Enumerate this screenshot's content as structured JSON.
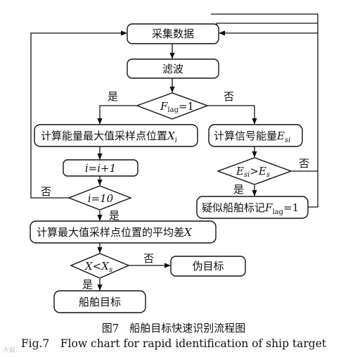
{
  "flowchart": {
    "nodes": {
      "collect": "采集数据",
      "filter": "滤波",
      "d1_pre": "F",
      "d1_sub": "lag",
      "d1_post": "=1",
      "calc_energy_max": "计算能量最大值采样点位置",
      "calc_energy_max_var": "X",
      "calc_energy_max_sub": "i",
      "calc_signal": "计算信号能量",
      "calc_signal_var": "E",
      "calc_signal_sub": "si",
      "increment": "i=i+1",
      "d2_pre": "E",
      "d2_sub1": "si",
      "d2_mid": ">E",
      "d2_sub2": "s",
      "d3": "i=10",
      "suspect": "疑似船舶标记",
      "suspect_var": "F",
      "suspect_sub": "lag",
      "suspect_post": "=1",
      "avg": "计算最大值采样点位置的平均差",
      "avg_var": "X",
      "d4_pre": "X<X",
      "d4_sub": "s",
      "fake": "伪目标",
      "ship": "船舶目标"
    },
    "edge_labels": {
      "yes": "是",
      "no": "否"
    }
  },
  "caption": {
    "zh": "图7　船舶目标快速识别流程图",
    "en": "Fig.7　Flow chart for rapid identification of ship target"
  },
  "watermark": "大蚁..."
}
